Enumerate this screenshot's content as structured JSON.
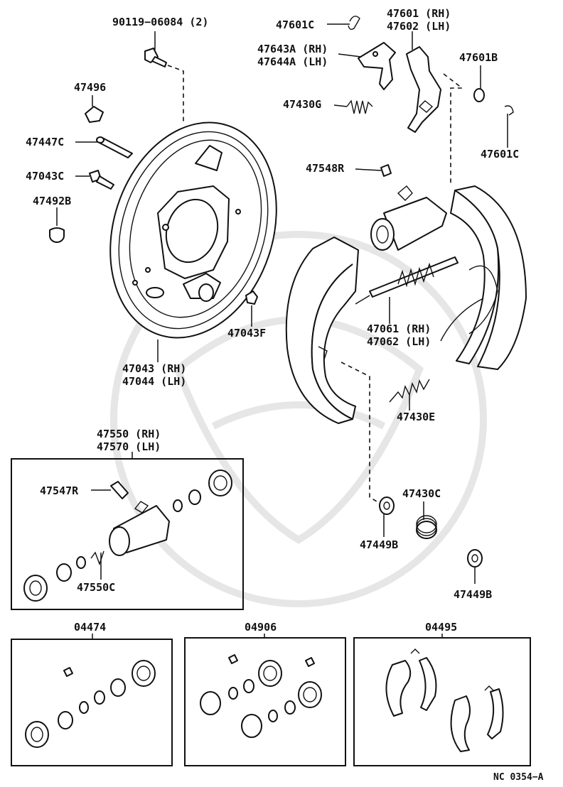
{
  "labels": {
    "bolt_90119": "90119−06084  (2)",
    "p47496": "47496",
    "p47447C": "47447C",
    "p47043C": "47043C",
    "p47492B": "47492B",
    "p47043F": "47043F",
    "backing_plate_rh": "47043 (RH)",
    "backing_plate_lh": "47044 (LH)",
    "p47601C_top": "47601C",
    "lever_rh": "47601 (RH)",
    "lever_lh": "47602 (LH)",
    "strut_rh": "47643A (RH)",
    "strut_lh": "47644A (LH)",
    "p47601B": "47601B",
    "p47430G": "47430G",
    "p47601C_right": "47601C",
    "p47548R": "47548R",
    "adjuster_rh": "47061 (RH)",
    "adjuster_lh": "47062 (LH)",
    "p47430E": "47430E",
    "cylinder_rh": "47550 (RH)",
    "cylinder_lh": "47570 (LH)",
    "p47547R": "47547R",
    "p47550C": "47550C",
    "p47430C": "47430C",
    "p47449B_a": "47449B",
    "p47449B_b": "47449B",
    "kit_04474": "04474",
    "kit_04906": "04906",
    "kit_04495": "04495",
    "diagram_code": "NC 0354−A"
  },
  "colors": {
    "ink": "#111111",
    "paper": "#ffffff",
    "watermark": "#e6e6e6"
  }
}
